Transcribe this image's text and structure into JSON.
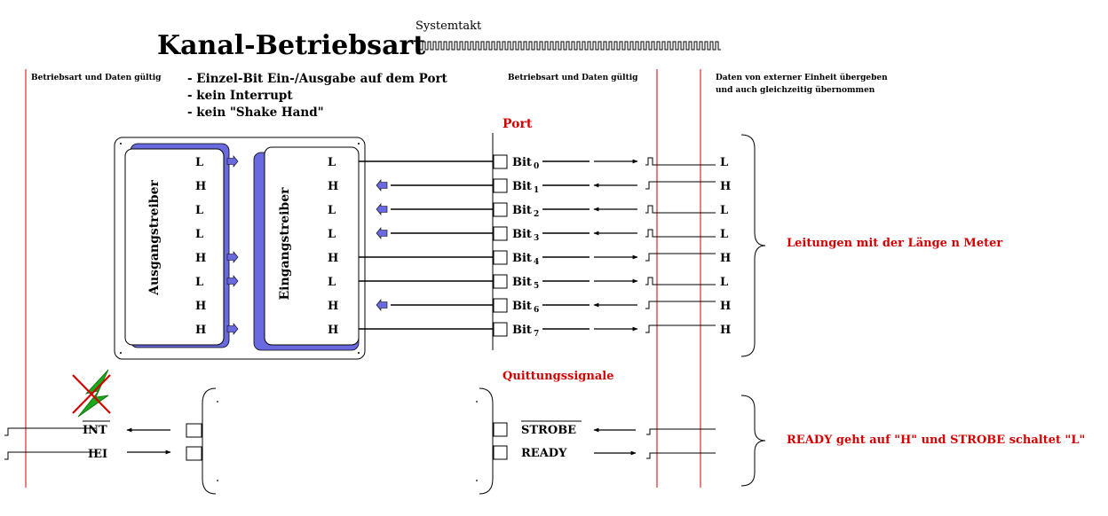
{
  "title": "Kanal-Betriebsart",
  "systemtakt_label": "Systemtakt",
  "left_note": "Betriebsart und Daten gültig",
  "mode_bullets": [
    "- Einzel-Bit Ein-/Ausgabe auf dem Port",
    "- kein Interrupt",
    "- kein \"Shake Hand\""
  ],
  "mid_note": "Betriebsart und Daten gültig",
  "right_note": [
    "Daten von externer Einheit übergeben",
    "und auch gleichzeitig übernommen"
  ],
  "port_label": "Port",
  "ausgangstreiber_label": "Ausgangstreiber",
  "eingangstreiber_label": "Eingangstreiber",
  "bit_word": "Bit",
  "bits": [
    {
      "index": "0",
      "out_level": "L",
      "in_level": "L",
      "ext_level": "L",
      "direction": "out"
    },
    {
      "index": "1",
      "out_level": "H",
      "in_level": "H",
      "ext_level": "H",
      "direction": "in"
    },
    {
      "index": "2",
      "out_level": "L",
      "in_level": "L",
      "ext_level": "L",
      "direction": "in"
    },
    {
      "index": "3",
      "out_level": "L",
      "in_level": "L",
      "ext_level": "L",
      "direction": "in"
    },
    {
      "index": "4",
      "out_level": "H",
      "in_level": "H",
      "ext_level": "H",
      "direction": "out"
    },
    {
      "index": "5",
      "out_level": "L",
      "in_level": "L",
      "ext_level": "L",
      "direction": "out"
    },
    {
      "index": "6",
      "out_level": "H",
      "in_level": "H",
      "ext_level": "H",
      "direction": "in"
    },
    {
      "index": "7",
      "out_level": "H",
      "in_level": "H",
      "ext_level": "H",
      "direction": "out"
    }
  ],
  "leitungen_label": "Leitungen mit der Länge n Meter",
  "quittung_label": "Quittungssignale",
  "int_label": "INT",
  "iei_label": "IEI",
  "strobe_label": "STROBE",
  "ready_label": "READY",
  "ready_note": "READY geht auf \"H\" und STROBE schaltet \"L\"",
  "colors": {
    "accent_red": "#d40000",
    "driver_blue": "#6a6ae0",
    "lightning_green": "#1aa81a"
  }
}
